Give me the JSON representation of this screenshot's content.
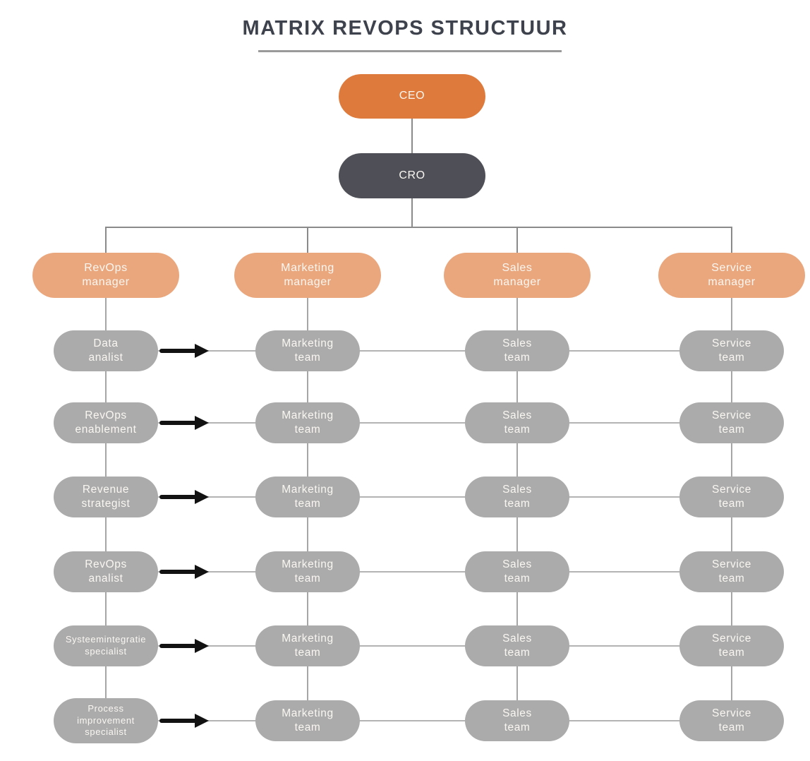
{
  "title": "MATRIX REVOPS STRUCTUUR",
  "nodes": {
    "ceo": "CEO",
    "cro": "CRO"
  },
  "columns": [
    {
      "manager": "RevOps\nmanager",
      "rows": [
        "Data\nanalist",
        "RevOps\nenablement",
        "Revenue\nstrategist",
        "RevOps\nanalist",
        "Systeemintegratie\nspecialist",
        "Process\nimprovement\nspecialist"
      ]
    },
    {
      "manager": "Marketing\nmanager",
      "rows": [
        "Marketing\nteam",
        "Marketing\nteam",
        "Marketing\nteam",
        "Marketing\nteam",
        "Marketing\nteam",
        "Marketing\nteam"
      ]
    },
    {
      "manager": "Sales\nmanager",
      "rows": [
        "Sales\nteam",
        "Sales\nteam",
        "Sales\nteam",
        "Sales\nteam",
        "Sales\nteam",
        "Sales\nteam"
      ]
    },
    {
      "manager": "Service\nmanager",
      "rows": [
        "Service\nteam",
        "Service\nteam",
        "Service\nteam",
        "Service\nteam",
        "Service\nteam",
        "Service\nteam"
      ]
    }
  ],
  "colors": {
    "ceo_fill": "#dd7a3c",
    "cro_fill": "#4f5057",
    "manager_fill": "#eaa77d",
    "team_fill": "#ababab",
    "arrow": "#121212",
    "connector_line": "#b3b3b3",
    "tree_line": "#8a8a8a",
    "title_text": "#3e424c"
  }
}
